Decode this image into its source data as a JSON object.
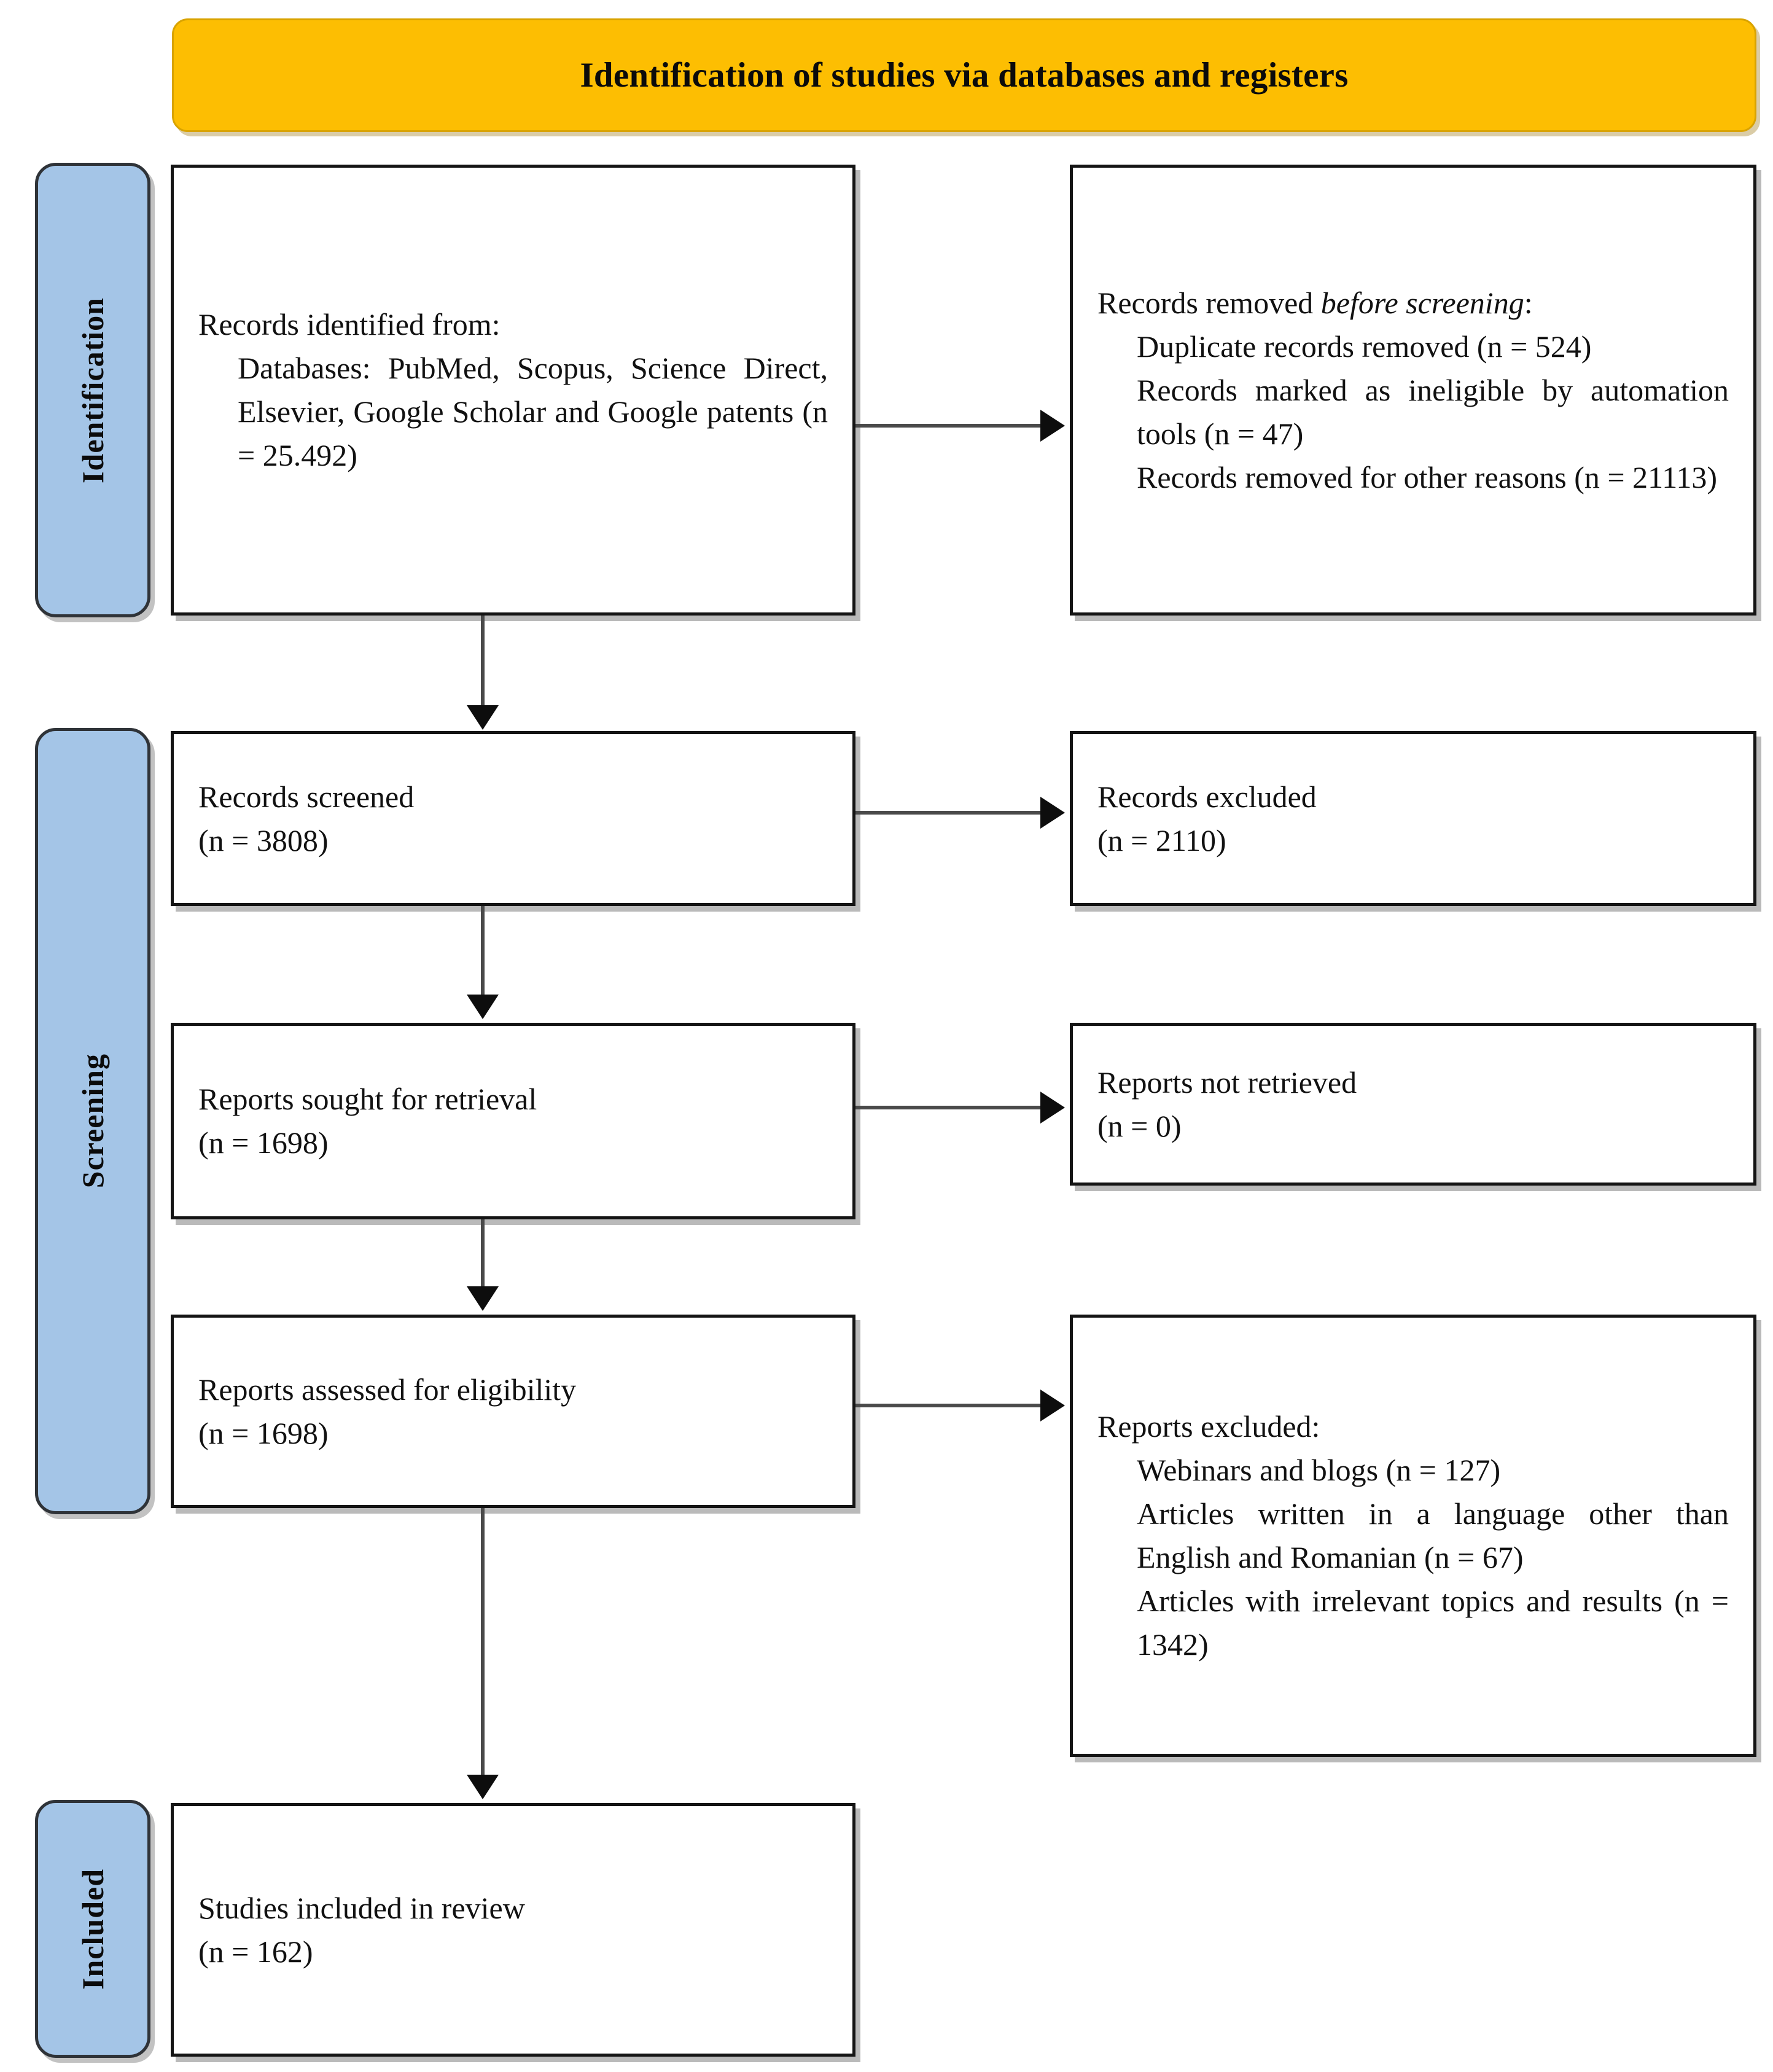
{
  "banner": {
    "title": "Identification of studies via databases and registers",
    "color": "#FDBE02"
  },
  "stage_labels": {
    "identification": "Identification",
    "screening": "Screening",
    "included": "Included",
    "color": "#A4C5E7"
  },
  "boxes": {
    "identified": {
      "heading": "Records identified from:",
      "detail": "Databases: PubMed, Scopus, Science Direct, Elsevier, Google Scholar and Google patents (n = 25.492)"
    },
    "removed_before_screening": {
      "heading_plain": "Records removed ",
      "heading_italic": "before screening",
      "heading_tail": ":",
      "item1": "Duplicate records removed (n = 524)",
      "item2": "Records marked as ineligible by automation tools (n = 47)",
      "item3": "Records removed for other reasons (n = 21113)"
    },
    "screened": {
      "line1": "Records screened",
      "line2": "(n = 3808)"
    },
    "records_excluded": {
      "line1": "Records excluded",
      "line2": "(n = 2110)"
    },
    "sought": {
      "line1": "Reports sought for retrieval",
      "line2": "(n = 1698)"
    },
    "not_retrieved": {
      "line1": "Reports not retrieved",
      "line2": "(n = 0)"
    },
    "assessed": {
      "line1": "Reports assessed for eligibility",
      "line2": "(n = 1698)"
    },
    "reports_excluded": {
      "heading": "Reports excluded:",
      "item1": "Webinars and blogs (n = 127)",
      "item2": "Articles written in a language other than English and Romanian (n = 67)",
      "item3": "Articles with irrelevant topics and results (n = 1342)"
    },
    "included": {
      "line1": "Studies included in review",
      "line2": "(n = 162)"
    }
  }
}
